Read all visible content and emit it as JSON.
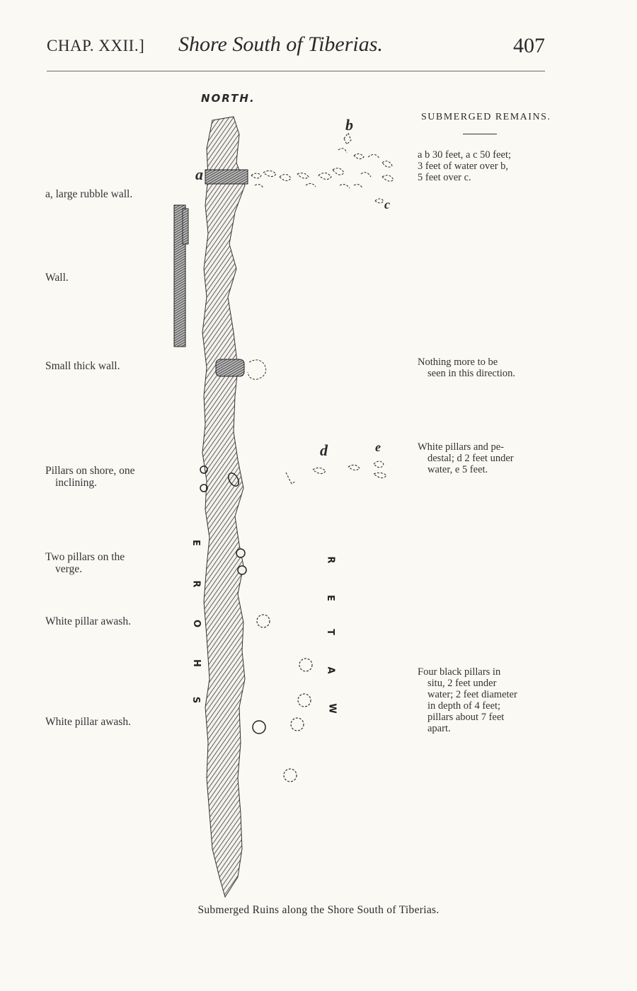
{
  "header": {
    "chapter": "CHAP. XXII.]",
    "title": "Shore South of Tiberias.",
    "page_number": "407"
  },
  "map": {
    "north_label": "NORTH.",
    "point_labels": {
      "a": "a",
      "b": "b",
      "c": "c",
      "d": "d",
      "e": "e"
    },
    "shore_word": [
      "S",
      "H",
      "O",
      "R",
      "E"
    ],
    "water_word": [
      "W",
      "A",
      "T",
      "E",
      "R"
    ]
  },
  "left_labels": {
    "rubble_wall": "a, large rubble wall.",
    "wall": "Wall.",
    "small_thick_wall": "Small thick wall.",
    "pillars_line1": "Pillars on shore, one",
    "pillars_line2": "inclining.",
    "two_pillars_line1": "Two pillars on the",
    "two_pillars_line2": "verge.",
    "white_pillar_1": "White pillar awash.",
    "white_pillar_2": "White pillar awash."
  },
  "right_notes": {
    "title": "SUBMERGED REMAINS.",
    "ab_line1": "a b 30 feet, a c 50 feet;",
    "ab_line2": "3 feet of water over b,",
    "ab_line3": "5 feet over c.",
    "nothing_line1": "Nothing more to be",
    "nothing_line2": "seen in this direction.",
    "white_pillars_line1": "White pillars and pe-",
    "white_pillars_line2": "destal; d 2 feet under",
    "white_pillars_line3": "water, e 5 feet.",
    "black_line1": "Four black pillars in",
    "black_line2": "situ, 2 feet under",
    "black_line3": "water; 2 feet diameter",
    "black_line4": "in depth of 4 feet;",
    "black_line5": "pillars about 7 feet",
    "black_line6": "apart."
  },
  "caption": "Submerged Ruins along the Shore South of Tiberias."
}
